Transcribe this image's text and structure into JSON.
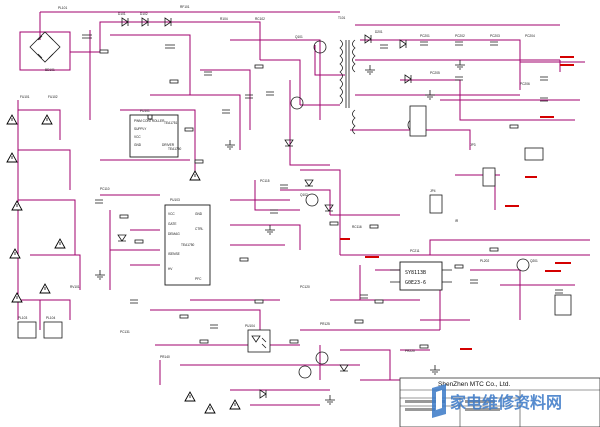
{
  "title_block": {
    "company": "ShenZhen MTC Co., Ltd."
  },
  "ic_labels": {
    "pwm_main": "TEA1750",
    "pwm_aux": "TEA1751",
    "u2": "TEA1750",
    "chip_a": "SY8113B",
    "chip_b": "G0E23-6"
  },
  "watermark": {
    "text": "家电维修资料网"
  },
  "colors": {
    "wire": "#a0006e",
    "warning_text": "#d40000",
    "watermark": "#3a79c7"
  }
}
